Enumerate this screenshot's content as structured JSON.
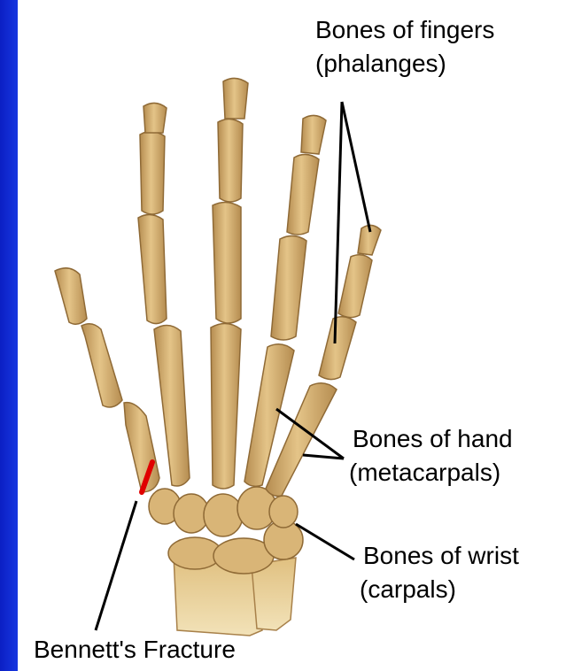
{
  "labels": {
    "phalanges": [
      "Bones of fingers",
      "(phalanges)"
    ],
    "metacarpals": [
      "Bones of  hand",
      "(metacarpals)"
    ],
    "carpals": [
      "Bones of wrist",
      "(carpals)"
    ],
    "fracture": "Bennett's Fracture"
  },
  "colors": {
    "background": "#1329c9",
    "panel": "#ffffff",
    "bone": "#d9b577",
    "bone_shadow": "#a8814a",
    "fracture_mark": "#e00000",
    "leader_line": "#000000"
  }
}
